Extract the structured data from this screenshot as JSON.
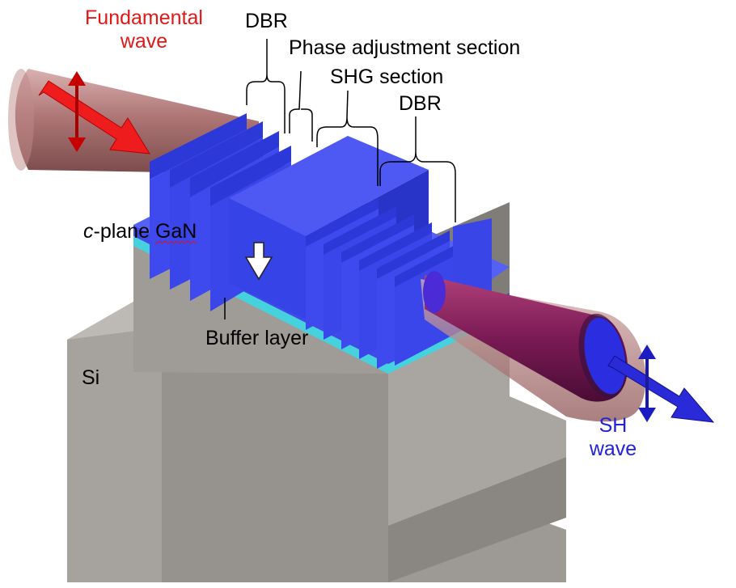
{
  "labels": {
    "fundamental_line1": "Fundamental",
    "fundamental_line2": "wave",
    "dbr_left": "DBR",
    "phase_adjustment": "Phase adjustment section",
    "shg_section": "SHG section",
    "dbr_right": "DBR",
    "c_italic": "c",
    "plane_prefix": "-plane ",
    "gan": "GaN",
    "buffer_layer": "Buffer layer",
    "si": "Si",
    "sh_line1": "SH",
    "sh_line2": "wave"
  },
  "colors": {
    "fundamental": "#e02020",
    "sh": "#2222d8",
    "gan_blue": "#3a46f0",
    "buffer": "#40d0dc",
    "si_gray": "#9a9893",
    "beam_red": "#a86a6a",
    "beam_purple": "#7a1a55"
  },
  "icons": {
    "fundamental_arrow": "red-diagonal-arrow",
    "fundamental_polarization": "red-double-arrow-vertical",
    "sh_arrow": "blue-diagonal-arrow",
    "sh_polarization": "blue-double-arrow-vertical",
    "polarization_down": "white-down-arrow"
  }
}
